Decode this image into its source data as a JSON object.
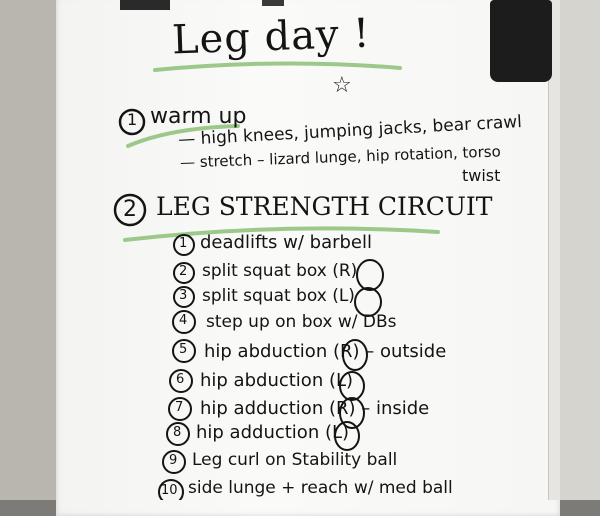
{
  "title": "Leg day !",
  "warmup": {
    "number": "1",
    "heading": "warm up",
    "lines": [
      "— high knees, jumping jacks, bear crawl",
      "— stretch – lizard lunge, hip rotation, torso",
      "twist"
    ]
  },
  "circuit": {
    "number": "2",
    "heading": "LEG STRENGTH CIRCUIT",
    "items": [
      {
        "n": "1",
        "text": "deadlifts w/ barbell"
      },
      {
        "n": "2",
        "text": "split squat box (R)"
      },
      {
        "n": "3",
        "text": "split squat box (L)"
      },
      {
        "n": "4",
        "text": "step up on box w/ DBs"
      },
      {
        "n": "5",
        "text": "hip abduction (R) – outside"
      },
      {
        "n": "6",
        "text": "hip abduction (L)"
      },
      {
        "n": "7",
        "text": "hip adduction (R) – inside"
      },
      {
        "n": "8",
        "text": "hip adduction (L)"
      },
      {
        "n": "9",
        "text": "Leg curl on Stability ball"
      },
      {
        "n": "10",
        "text": "side lunge + reach w/ med ball"
      }
    ]
  },
  "colors": {
    "ink": "#141414",
    "accent_green": "#9cc98a",
    "board": "#f7f7f5"
  }
}
